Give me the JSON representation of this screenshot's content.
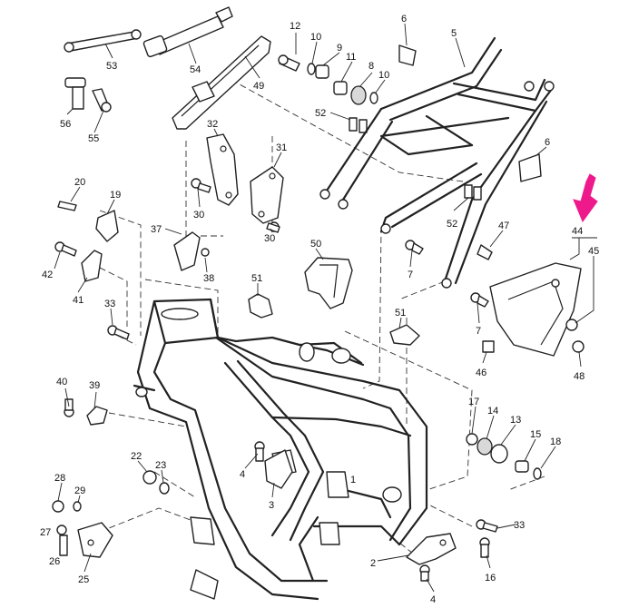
{
  "callouts": [
    {
      "id": "c53",
      "text": "53"
    },
    {
      "id": "c54",
      "text": "54"
    },
    {
      "id": "c49",
      "text": "49"
    },
    {
      "id": "c56",
      "text": "56"
    },
    {
      "id": "c55",
      "text": "55"
    },
    {
      "id": "c12",
      "text": "12"
    },
    {
      "id": "c10a",
      "text": "10"
    },
    {
      "id": "c9",
      "text": "9"
    },
    {
      "id": "c11",
      "text": "11"
    },
    {
      "id": "c8",
      "text": "8"
    },
    {
      "id": "c10b",
      "text": "10"
    },
    {
      "id": "c52a",
      "text": "52"
    },
    {
      "id": "c6a",
      "text": "6"
    },
    {
      "id": "c5",
      "text": "5"
    },
    {
      "id": "c6b",
      "text": "6"
    },
    {
      "id": "c32",
      "text": "32"
    },
    {
      "id": "c31",
      "text": "31"
    },
    {
      "id": "c30a",
      "text": "30"
    },
    {
      "id": "c30b",
      "text": "30"
    },
    {
      "id": "c20",
      "text": "20"
    },
    {
      "id": "c19",
      "text": "19"
    },
    {
      "id": "c37",
      "text": "37"
    },
    {
      "id": "c38",
      "text": "38"
    },
    {
      "id": "c42",
      "text": "42"
    },
    {
      "id": "c41",
      "text": "41"
    },
    {
      "id": "c50",
      "text": "50"
    },
    {
      "id": "c51a",
      "text": "51"
    },
    {
      "id": "c52b",
      "text": "52"
    },
    {
      "id": "c47",
      "text": "47"
    },
    {
      "id": "c44",
      "text": "44"
    },
    {
      "id": "c45",
      "text": "45"
    },
    {
      "id": "c7a",
      "text": "7"
    },
    {
      "id": "c7b",
      "text": "7"
    },
    {
      "id": "c33a",
      "text": "33"
    },
    {
      "id": "c51b",
      "text": "51"
    },
    {
      "id": "c46",
      "text": "46"
    },
    {
      "id": "c48",
      "text": "48"
    },
    {
      "id": "c40",
      "text": "40"
    },
    {
      "id": "c39",
      "text": "39"
    },
    {
      "id": "c17",
      "text": "17"
    },
    {
      "id": "c14",
      "text": "14"
    },
    {
      "id": "c13",
      "text": "13"
    },
    {
      "id": "c15",
      "text": "15"
    },
    {
      "id": "c18",
      "text": "18"
    },
    {
      "id": "c22",
      "text": "22"
    },
    {
      "id": "c23",
      "text": "23"
    },
    {
      "id": "c4a",
      "text": "4"
    },
    {
      "id": "c3",
      "text": "3"
    },
    {
      "id": "c1",
      "text": "1"
    },
    {
      "id": "c28",
      "text": "28"
    },
    {
      "id": "c29",
      "text": "29"
    },
    {
      "id": "c27",
      "text": "27"
    },
    {
      "id": "c26",
      "text": "26"
    },
    {
      "id": "c25",
      "text": "25"
    },
    {
      "id": "c33b",
      "text": "33"
    },
    {
      "id": "c2",
      "text": "2"
    },
    {
      "id": "c4b",
      "text": "4"
    },
    {
      "id": "c16",
      "text": "16"
    }
  ],
  "highlight": {
    "part": "44",
    "color": "#ee1a8c"
  },
  "colors": {
    "line": "#222222",
    "background": "#ffffff"
  }
}
